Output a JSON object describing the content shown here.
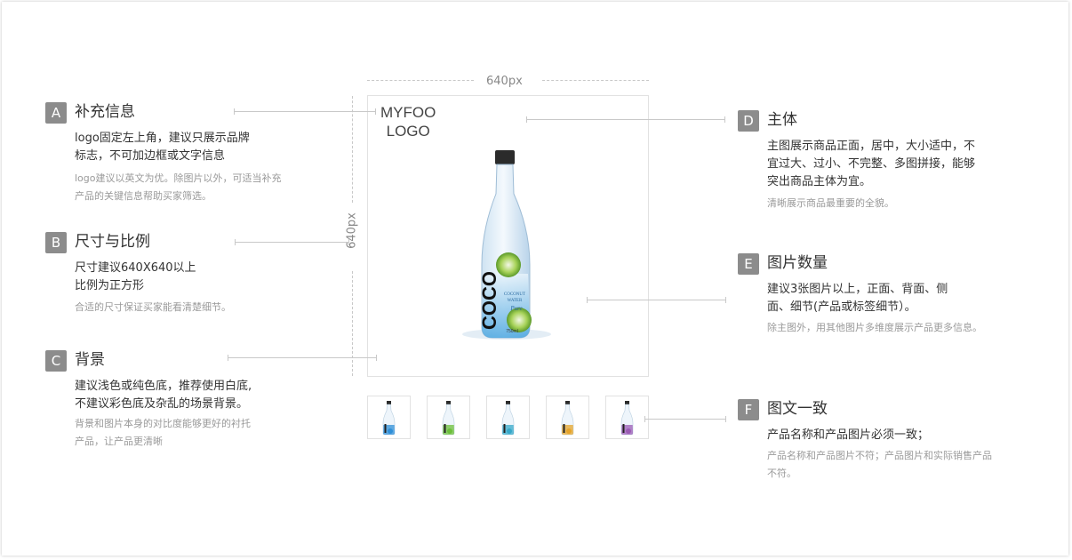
{
  "dimensions": {
    "width_label": "640px",
    "height_label": "640px"
  },
  "main_image": {
    "logo_line1": "MYFOO",
    "logo_line2": "LOGO"
  },
  "sections": {
    "A": {
      "badge": "A",
      "title": "补充信息",
      "desc_line1": "logo固定左上角，建议只展示品牌",
      "desc_line2": "标志，不可加边框或文字信息",
      "note_line1": "logo建议以英文为优。除图片以外，可适当补充",
      "note_line2": "产品的关键信息帮助买家筛选。"
    },
    "B": {
      "badge": "B",
      "title": "尺寸与比例",
      "desc_line1": "尺寸建议640X640以上",
      "desc_line2": "比例为正方形",
      "note_line1": "合适的尺寸保证买家能看清楚细节。"
    },
    "C": {
      "badge": "C",
      "title": "背景",
      "desc_line1": "建议浅色或纯色底，推荐使用白底,",
      "desc_line2": "不建议彩色底及杂乱的场景背景。",
      "note_line1": "背景和图片本身的对比度能够更好的衬托",
      "note_line2": "产品，让产品更清晰"
    },
    "D": {
      "badge": "D",
      "title": "主体",
      "desc_line1": "主图展示商品正面，居中，大小适中，不",
      "desc_line2": "宜过大、过小、不完整、多图拼接，能够",
      "desc_line3": "突出商品主体为宜。",
      "note_line1": "清晰展示商品最重要的全貌。"
    },
    "E": {
      "badge": "E",
      "title": "图片数量",
      "desc_line1": "建议3张图片以上，正面、背面、侧",
      "desc_line2": "面、细节(产品或标签细节）。",
      "note_line1": "除主图外，用其他图片多维度展示产品更多信息。"
    },
    "F": {
      "badge": "F",
      "title": "图文一致",
      "desc_line1": "产品名称和产品图片必须一致；",
      "note_line1": "产品名称和产品图片不符；产品图片和实际销售产品",
      "note_line2": "不符。"
    }
  },
  "bottle": {
    "brand": "COCO",
    "label_line1": "COCONUT",
    "label_line2": "WATER",
    "label_script": "Pure",
    "volume": "750ml"
  },
  "colors": {
    "badge": "#8c8c8c",
    "line": "#c8c8c8",
    "note": "#9a9a9a"
  },
  "thumbnails": [
    {
      "accent": "#2f8fd8"
    },
    {
      "accent": "#6cbf3a"
    },
    {
      "accent": "#36a8c9"
    },
    {
      "accent": "#e6a42a"
    },
    {
      "accent": "#9b5bb5"
    }
  ]
}
